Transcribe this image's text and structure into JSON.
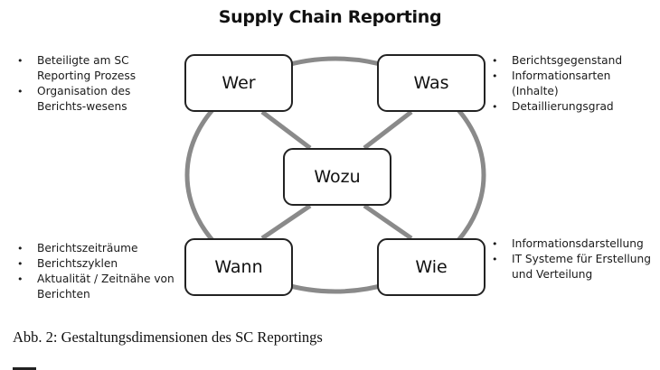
{
  "title": "Supply Chain Reporting",
  "colors": {
    "connector": "#8a8a8a",
    "box_border": "#222222"
  },
  "nodes": {
    "wer": "Wer",
    "was": "Was",
    "wozu": "Wozu",
    "wann": "Wann",
    "wie": "Wie"
  },
  "bullets": {
    "wer": [
      "Beteiligte am SC Reporting Prozess",
      "Organisation des Berichts-wesens"
    ],
    "was": [
      "Berichtsgegenstand",
      "Informationsarten (Inhalte)",
      "Detaillierungsgrad"
    ],
    "wann": [
      "Berichtszeiträume",
      "Berichtszyklen",
      "Aktualität / Zeitnähe von Berichten"
    ],
    "wie": [
      "Informationsdarstellung",
      "IT Systeme für Erstellung und Verteilung"
    ]
  },
  "caption": "Abb. 2: Gestaltungsdimensionen des SC Reportings"
}
